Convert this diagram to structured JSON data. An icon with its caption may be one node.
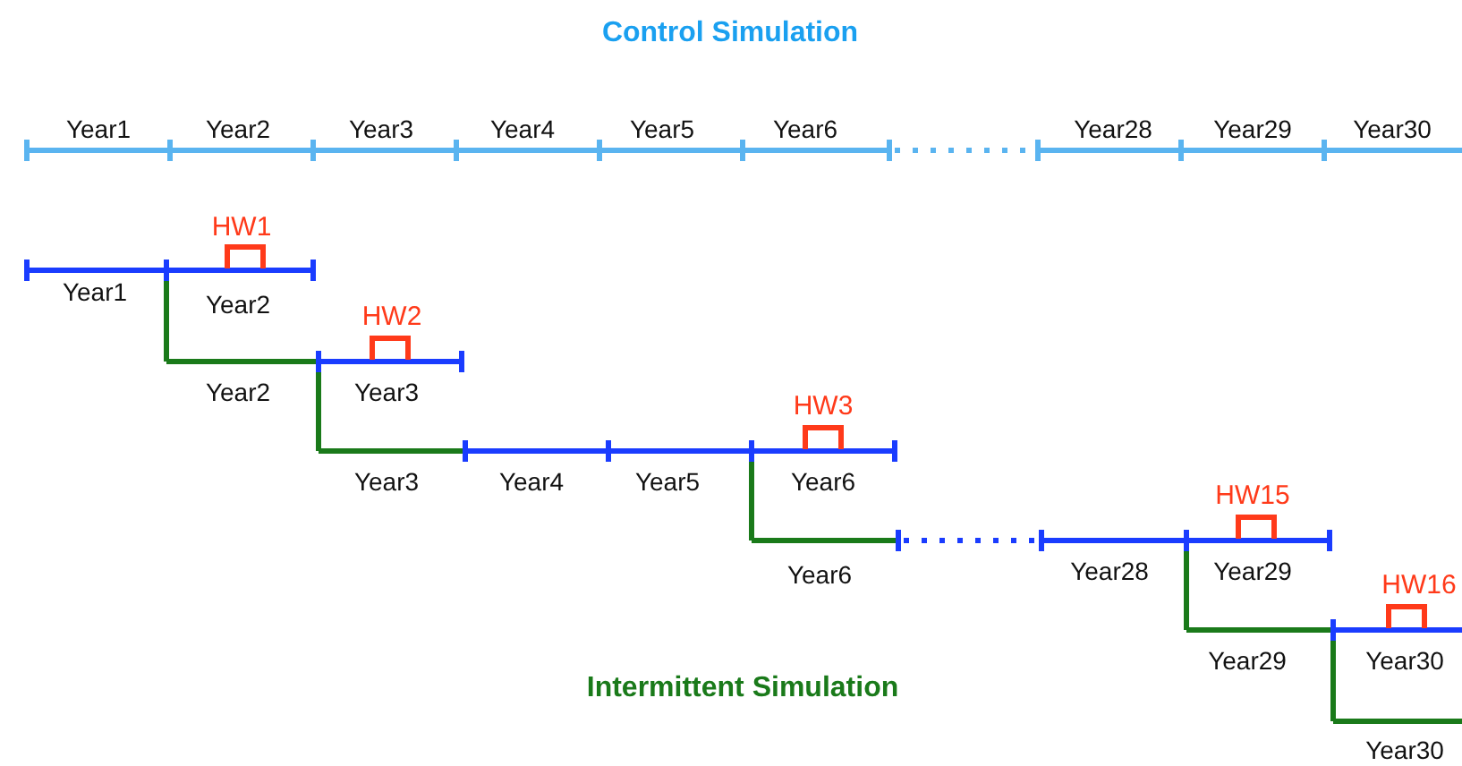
{
  "diagram": {
    "labels": [
      "Control Simulation",
      "Year1",
      "Year2",
      "Year3",
      "Year4",
      "Year5",
      "Year6",
      "Year28",
      "Year29",
      "Year30",
      "HW1",
      "Year1",
      "Year2",
      "HW2",
      "Year2",
      "Year3",
      "HW3",
      "Year3",
      "Year4",
      "Year5",
      "Year6",
      "HW15",
      "Year6",
      "Year28",
      "Year29",
      "HW16",
      "Year30",
      "Intermittent Simulation",
      "Year29",
      "Year30"
    ]
  }
}
